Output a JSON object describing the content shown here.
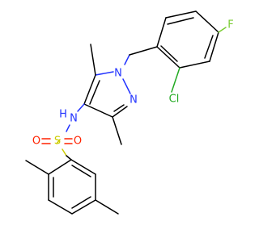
{
  "molecule": {
    "atoms": {
      "n1": {
        "label": "N",
        "color": "#2233ff"
      },
      "n2": {
        "label": "N",
        "color": "#2233ff"
      },
      "nh": {
        "label": "N",
        "color": "#2233ff"
      },
      "h": {
        "label": "H",
        "color": "#2233ff"
      },
      "s": {
        "label": "S",
        "color": "#cccc00"
      },
      "o1": {
        "label": "O",
        "color": "#ff2200"
      },
      "o2": {
        "label": "O",
        "color": "#ff2200"
      },
      "cl": {
        "label": "Cl",
        "color": "#22aa22"
      },
      "f": {
        "label": "F",
        "color": "#7acc33"
      }
    }
  }
}
